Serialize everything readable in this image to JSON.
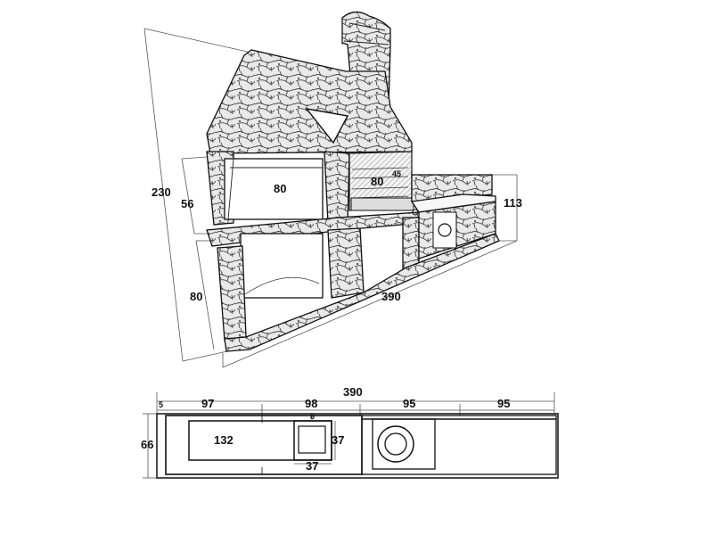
{
  "isometric": {
    "height_total": "230",
    "height_upper": "56",
    "height_lower": "80",
    "width_total": "390",
    "opening_left": "80",
    "opening_grill": "80",
    "grill_small": "45",
    "counter_height": "113"
  },
  "plan": {
    "total_width": "390",
    "segments": [
      "97",
      "98",
      "95",
      "95"
    ],
    "left_offset": "5",
    "depth": "66",
    "inner_width": "132",
    "box_top": "8",
    "box_side": "37",
    "box_bottom": "37"
  }
}
